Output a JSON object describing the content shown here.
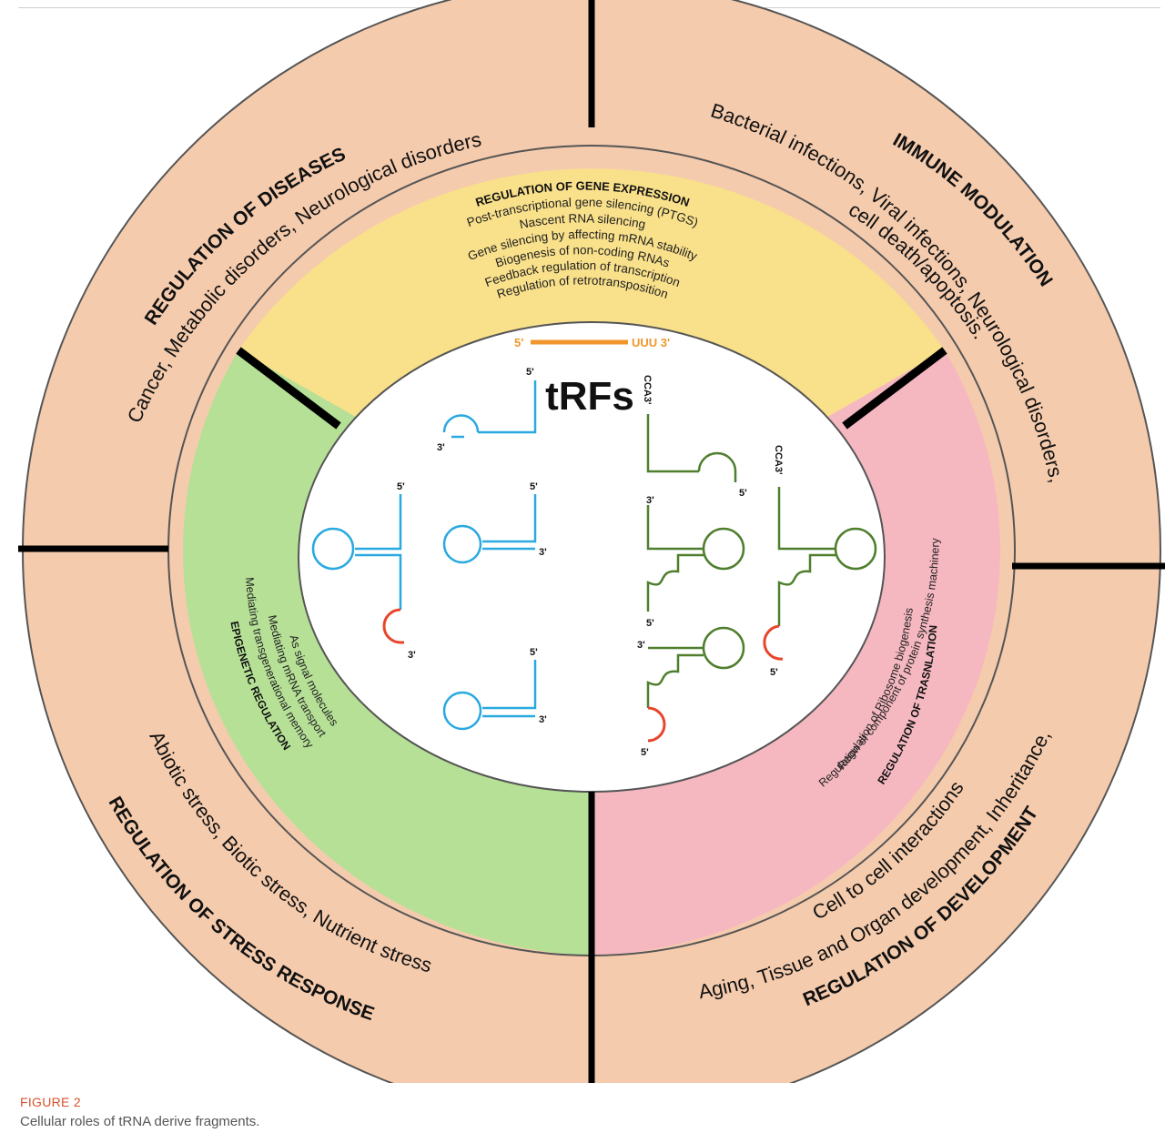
{
  "outer": {
    "diseases": {
      "title": "REGULATION OF DISEASES",
      "line1": "Cancer, Metabolic disorders, Neurological disorders"
    },
    "immune": {
      "title": "IMMUNE MODULATION",
      "line1": "Bacterial infections, Viral infections, Neurological disorders,",
      "line2": "cell death/apoptosis."
    },
    "stress": {
      "title": "REGULATION OF STRESS RESPONSE",
      "line1": "Abiotic stress, Biotic stress, Nutrient stress"
    },
    "development": {
      "title": "REGULATION OF DEVELOPMENT",
      "line1": "Aging, Tissue and Organ development, Inheritance,",
      "line2": "Cell to cell interactions"
    }
  },
  "inner": {
    "gene_expression": {
      "title": "REGULATION OF GENE EXPRESSION",
      "items": [
        "Post-transcriptional gene silencing (PTGS)",
        "Nascent RNA silencing",
        "Gene silencing by affecting mRNA stability",
        "Biogenesis of non-coding RNAs",
        "Feedback regulation of transcription",
        "Regulation of retrotransposition"
      ]
    },
    "epigenetic": {
      "title": "EPIGENETIC REGULATION",
      "items": [
        "Mediating transgenerational memory",
        "Mediating mRNA transport",
        "As signal molecules"
      ]
    },
    "translation": {
      "title": "REGULATION OF TRASNLATION",
      "items": [
        "Regulation of component of protein synthesis machinery",
        "Regulation of Ribosome biogenesis"
      ]
    }
  },
  "center": {
    "title": "tRFs",
    "mrna_left": "5'",
    "mrna_right": "UUU 3'",
    "five": "5'",
    "three": "3'",
    "cca": "CCA3'"
  },
  "colors": {
    "outer_ring": "#f5cbad",
    "gene_expression": "#f9e08a",
    "epigenetic": "#b5e096",
    "translation": "#f5b8c0",
    "blue_frag": "#29a9e0",
    "green_frag": "#4f7f2e",
    "red_frag": "#e8452c",
    "orange_mrna": "#f0962c",
    "divider": "#000000"
  },
  "caption": {
    "label": "FIGURE 2",
    "text": "Cellular roles of tRNA derive fragments."
  }
}
